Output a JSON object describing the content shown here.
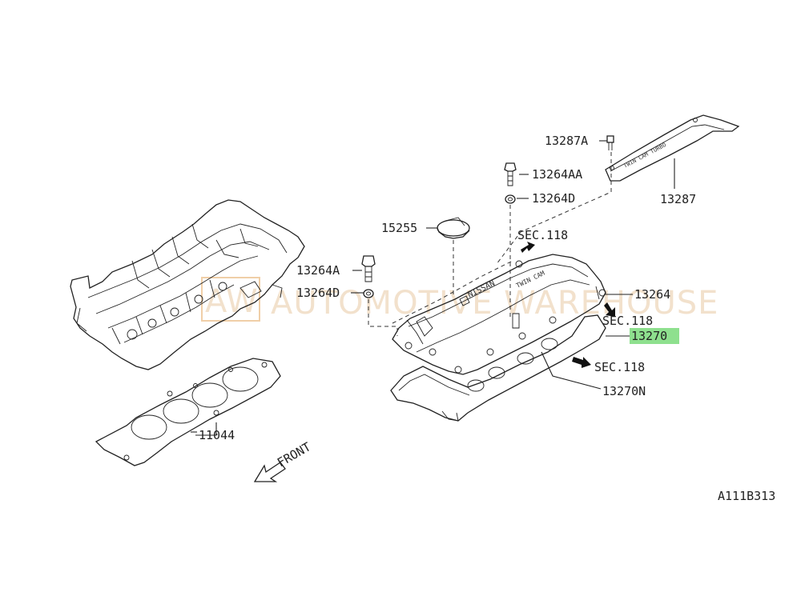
{
  "watermark": {
    "logo": "AW",
    "text": "AUTOMOTIVE WAREHOUSE"
  },
  "labels": {
    "p13287A": "13287A",
    "p13287": "13287",
    "p13264AA": "13264AA",
    "p13264D_top": "13264D",
    "p15255": "15255",
    "sec118_a": "SEC.118",
    "p13264A": "13264A",
    "p13264D_left": "13264D",
    "p13264": "13264",
    "sec118_b": "SEC.118",
    "p13270": "13270",
    "sec118_c": "SEC.118",
    "p13270N": "13270N",
    "p11044": "11044",
    "front": "FRONT",
    "diagram_code": "A111B313"
  },
  "colors": {
    "highlight": "#8ee08e",
    "line": "#222222",
    "arrow": "#111111"
  }
}
